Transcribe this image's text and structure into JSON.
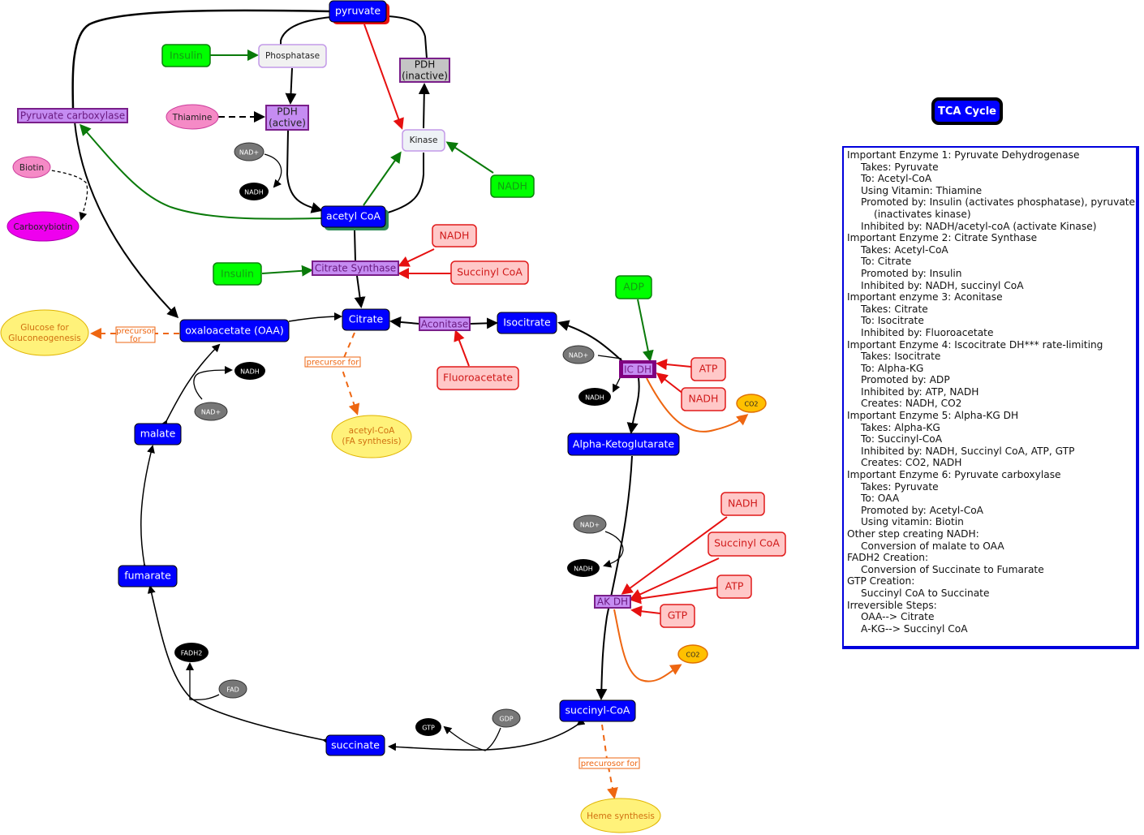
{
  "title": "TCA Cycle",
  "colors": {
    "metabolite": "#0000ff",
    "enzyme_fill": "#c58cf2",
    "enzyme_border": "#7a1f8a",
    "activator_fill": "#00ff00",
    "activator_text": "#139a13",
    "inhibitor_fill": "#ffc8c8",
    "inhibitor_border": "#e01a1a",
    "promote_arrow": "#0a7a0a",
    "inhibit_arrow": "#e61010",
    "precursor": "#ee6611",
    "product_fill": "#fff27a"
  },
  "nodes": {
    "pyruvate": "pyruvate",
    "insulin_1": "Insulin",
    "phosphatase": "Phosphatase",
    "pdh_inactive_1": "PDH",
    "pdh_inactive_2": "(inactive)",
    "pyruvate_carboxylase": "Pyruvate carboxylase",
    "thiamine": "Thiamine",
    "pdh_active_1": "PDH",
    "pdh_active_2": "(active)",
    "kinase": "Kinase",
    "biotin": "Biotin",
    "nad_plus_1": "NAD+",
    "nadh_1": "NADH",
    "nadh_green": "NADH",
    "acetyl_coa": "acetyl CoA",
    "carboxybiotin": "Carboxybiotin",
    "nadh_red_cs": "NADH",
    "insulin_2": "Insulin",
    "citrate_synthase": "Citrate Synthase",
    "succinyl_coa_red_cs": "Succinyl CoA",
    "adp": "ADP",
    "glucose_1": "Glucose for",
    "glucose_2": "Gluconeogenesis",
    "precursor_oaa_1": "precursor",
    "precursor_oaa_2": "for",
    "oaa": "oxaloacetate (OAA)",
    "citrate": "Citrate",
    "aconitase": "Aconitase",
    "isocitrate": "Isocitrate",
    "nad_plus_icdh": "NAD+",
    "icdh": "IC DH",
    "atp_icdh": "ATP",
    "precursor_citrate": "precursor for",
    "nadh_oaa": "NADH",
    "fluoroacetate": "Fluoroacetate",
    "nadh_icdh_red": "NADH",
    "co2_icdh": "CO2",
    "nadh_icdh_black": "NADH",
    "nad_plus_malate": "NAD+",
    "acetyl_coa_fa_1": "acetyl-CoA",
    "acetyl_coa_fa_2": "(FA synthesis)",
    "malate": "malate",
    "akg": "Alpha-Ketoglutarate",
    "nadh_akdh_red": "NADH",
    "nad_plus_akdh": "NAD+",
    "succinyl_coa_red_akdh": "Succinyl CoA",
    "nadh_akdh_black": "NADH",
    "fumarate": "fumarate",
    "atp_akdh": "ATP",
    "akdh": "AK DH",
    "gtp_red": "GTP",
    "fadh2": "FADH2",
    "co2_akdh": "CO2",
    "fad": "FAD",
    "succinyl_coa": "succinyl-CoA",
    "gdp": "GDP",
    "gtp_black": "GTP",
    "succinate": "succinate",
    "precursor_heme": "precurosor for",
    "heme": "Heme synthesis"
  },
  "notes": [
    {
      "level": 0,
      "text": "Important Enzyme 1: Pyruvate Dehydrogenase"
    },
    {
      "level": 1,
      "text": "Takes: Pyruvate"
    },
    {
      "level": 1,
      "text": "To: Acetyl-CoA"
    },
    {
      "level": 1,
      "text": "Using Vitamin: Thiamine"
    },
    {
      "level": 1,
      "text": "Promoted by: Insulin (activates phosphatase), pyruvate"
    },
    {
      "level": 2,
      "text": "(inactivates kinase)"
    },
    {
      "level": 1,
      "text": "Inhibited by: NADH/acetyl-coA (activate Kinase)"
    },
    {
      "level": 0,
      "text": "Important Enzyme 2: Citrate Synthase"
    },
    {
      "level": 1,
      "text": "Takes: Acetyl-CoA"
    },
    {
      "level": 1,
      "text": "To: Citrate"
    },
    {
      "level": 1,
      "text": "Promoted by: Insulin"
    },
    {
      "level": 1,
      "text": "Inhibited by: NADH, succinyl CoA"
    },
    {
      "level": 0,
      "text": "Important enzyme 3: Aconitase"
    },
    {
      "level": 1,
      "text": "Takes: Citrate"
    },
    {
      "level": 1,
      "text": "To: Isocitrate"
    },
    {
      "level": 1,
      "text": "Inhibited by: Fluoroacetate"
    },
    {
      "level": 0,
      "text": "Important Enzyme 4: Iscocitrate DH*** rate-limiting"
    },
    {
      "level": 1,
      "text": "Takes: Isocitrate"
    },
    {
      "level": 1,
      "text": "To: Alpha-KG"
    },
    {
      "level": 1,
      "text": "Promoted by: ADP"
    },
    {
      "level": 1,
      "text": "Inhibited by: ATP, NADH"
    },
    {
      "level": 1,
      "text": "Creates: NADH, CO2"
    },
    {
      "level": 0,
      "text": "Important Enzyme 5: Alpha-KG DH"
    },
    {
      "level": 1,
      "text": "Takes: Alpha-KG"
    },
    {
      "level": 1,
      "text": "To: Succinyl-CoA"
    },
    {
      "level": 1,
      "text": "Inhibited by: NADH, Succinyl CoA, ATP, GTP"
    },
    {
      "level": 1,
      "text": "Creates: CO2, NADH"
    },
    {
      "level": 0,
      "text": "Important Enzyme 6: Pyruvate carboxylase"
    },
    {
      "level": 1,
      "text": "Takes: Pyruvate"
    },
    {
      "level": 1,
      "text": "To: OAA"
    },
    {
      "level": 1,
      "text": "Promoted by: Acetyl-CoA"
    },
    {
      "level": 1,
      "text": "Using vitamin: Biotin"
    },
    {
      "level": 0,
      "text": "Other step creating NADH:"
    },
    {
      "level": 1,
      "text": "Conversion of malate to OAA"
    },
    {
      "level": 0,
      "text": "FADH2 Creation:"
    },
    {
      "level": 1,
      "text": "Conversion of Succinate to Fumarate"
    },
    {
      "level": 0,
      "text": "GTP Creation:"
    },
    {
      "level": 1,
      "text": "Succinyl CoA to Succinate"
    },
    {
      "level": 0,
      "text": "Irreversible Steps:"
    },
    {
      "level": 1,
      "text": "OAA--> Citrate"
    },
    {
      "level": 1,
      "text": "A-KG--> Succinyl CoA"
    }
  ]
}
